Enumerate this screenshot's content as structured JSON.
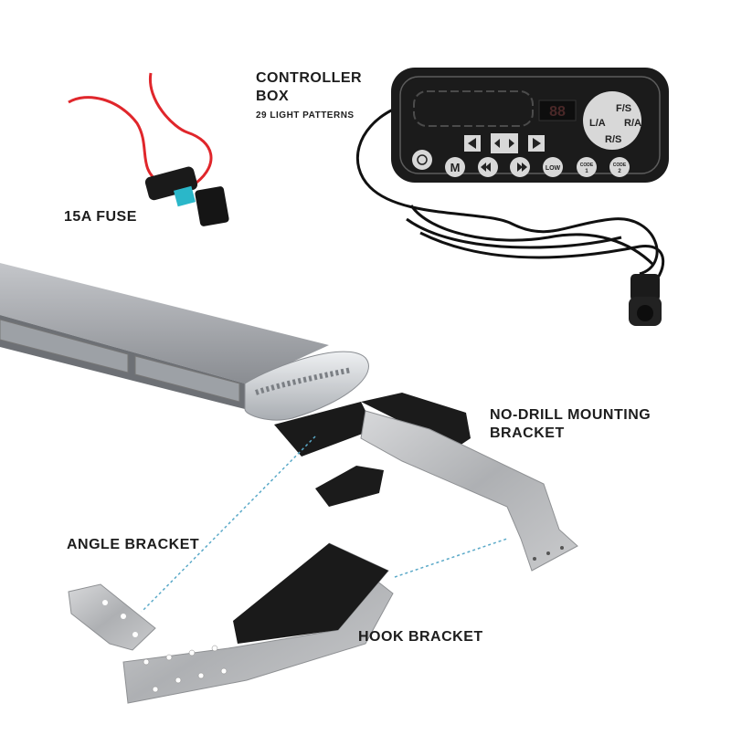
{
  "labels": {
    "controller_line1": "CONTROLLER",
    "controller_line2": "BOX",
    "controller_sub": "29 LIGHT PATTERNS",
    "fuse": "15A FUSE",
    "no_drill_line1": "NO-DRILL MOUNTING",
    "no_drill_line2": "BRACKET",
    "angle_bracket": "ANGLE BRACKET",
    "hook_bracket": "HOOK BRACKET"
  },
  "controller_buttons": {
    "fs": "F/S",
    "la": "L/A",
    "ra": "R/A",
    "rs": "R/S",
    "low": "LOW",
    "code": "CODE",
    "code1": "1",
    "code2": "2",
    "mode": "M",
    "display": "88"
  },
  "colors": {
    "background": "#ffffff",
    "text": "#1d1d1d",
    "guide_line": "#5aa9c8",
    "fuse_wire": "#e0262b",
    "controller_body": "#1b1b1b",
    "steel": "#b9bbbd",
    "light_bar": "#8d9096"
  }
}
